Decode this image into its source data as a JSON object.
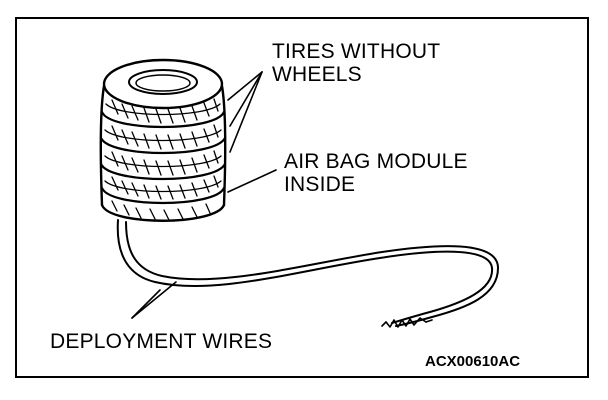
{
  "labels": {
    "tires_line1": "TIRES WITHOUT",
    "tires_line2": "WHEELS",
    "module_line1": "AIR BAG MODULE",
    "module_line2": "INSIDE",
    "wires": "DEPLOYMENT WIRES"
  },
  "figure_code": "ACX00610AC",
  "colors": {
    "ink": "#000000",
    "paper": "#ffffff"
  }
}
